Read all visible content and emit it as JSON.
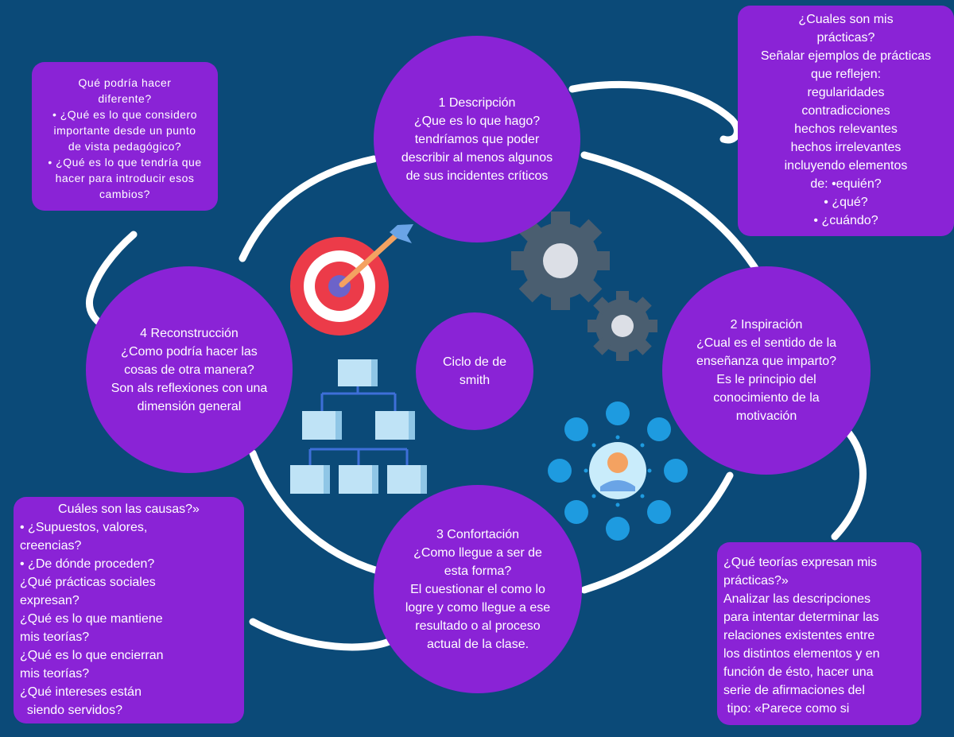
{
  "center": {
    "lines": [
      "Ciclo de de",
      "smith"
    ]
  },
  "steps": [
    {
      "lines": [
        "1 Descripción",
        "¿Que es lo que hago?",
        "tendríamos que poder",
        "describir al menos algunos",
        "de sus incidentes críticos"
      ]
    },
    {
      "lines": [
        "2 Inspiración",
        "¿Cual es el sentido de la",
        "enseñanza  que imparto?",
        "Es le principio del",
        "conocimiento de la",
        "motivación"
      ]
    },
    {
      "lines": [
        "3 Confortación",
        "¿Como llegue a ser de",
        "esta forma?",
        "El cuestionar el como lo",
        "logre y como llegue a ese",
        "resultado o al proceso",
        "actual de la clase."
      ]
    },
    {
      "lines": [
        "4 Reconstrucción",
        "¿Como podría hacer las",
        "cosas de otra manera?",
        "Son als reflexiones con una",
        "dimensión general"
      ]
    }
  ],
  "notes": {
    "top_left": [
      "Qué podría hacer",
      "diferente?",
      "• ¿Qué es lo que considero",
      "importante desde un punto",
      "de vista pedagógico?",
      "• ¿Qué es lo que tendría que",
      "hacer para introducir esos",
      "cambios?"
    ],
    "top_right": [
      "¿Cuales son mis",
      "prácticas?",
      "Señalar ejemplos de prácticas",
      "que reflejen:",
      "regularidades",
      "contradicciones",
      "hechos relevantes",
      "hechos irrelevantes",
      "incluyendo elementos",
      "de: •equién?",
      "• ¿qué?",
      "• ¿cuándo?"
    ],
    "bottom_left": [
      "Cuáles son las causas?»",
      "• ¿Supuestos, valores,",
      "creencias?",
      "• ¿De dónde proceden?",
      "¿Qué prácticas sociales",
      "expresan?",
      "¿Qué es lo que mantiene",
      "mis teorías?",
      "¿Qué es lo que encierran",
      "mis teorías?",
      "¿Qué intereses están",
      "  siendo servidos?"
    ],
    "bottom_right": [
      "¿Qué teorías expresan mis",
      "prácticas?»",
      "Analizar las descripciones",
      "para intentar determinar las",
      "relaciones existentes entre",
      "los distintos elementos y en",
      "función de ésto, hacer una",
      "serie de afirmaciones del",
      " tipo: «Parece como si"
    ]
  },
  "icons": [
    "target-icon",
    "gears-icon",
    "org-chart-icon",
    "user-network-icon"
  ],
  "colors": {
    "background": "#0b4a78",
    "purple": "#8a23d6",
    "stroke": "#ffffff"
  }
}
